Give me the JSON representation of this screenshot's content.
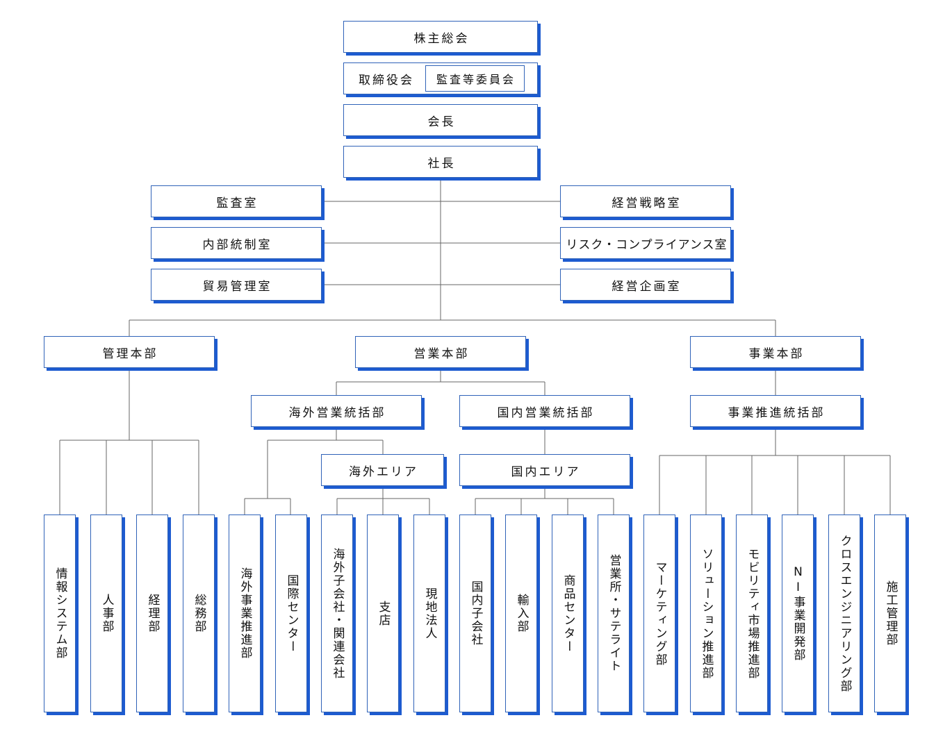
{
  "top": {
    "shareholders": "株主総会",
    "board": "取締役会",
    "audit_committee": "監査等委員会",
    "chairman": "会長",
    "president": "社長"
  },
  "staff_left": [
    "監査室",
    "内部統制室",
    "貿易管理室"
  ],
  "staff_right": [
    "経営戦略室",
    "リスク・コンプライアンス室",
    "経営企画室"
  ],
  "divisions": {
    "admin": "管理本部",
    "sales": "営業本部",
    "business": "事業本部"
  },
  "sub_divisions": {
    "overseas_sales": "海外営業統括部",
    "domestic_sales": "国内営業統括部",
    "business_promotion": "事業推進統括部",
    "overseas_area": "海外エリア",
    "domestic_area": "国内エリア"
  },
  "departments": [
    "情報システム部",
    "人事部",
    "経理部",
    "総務部",
    "海外事業推進部",
    "国際センター",
    "海外子会社・関連会社",
    "支店",
    "現地法人",
    "国内子会社",
    "輸入部",
    "商品センター",
    "営業所・サテライト",
    "マーケティング部",
    "ソリューション推進部",
    "モビリティ市場推進部",
    "NI事業開発部",
    "クロスエンジニアリング部",
    "施工管理部"
  ]
}
